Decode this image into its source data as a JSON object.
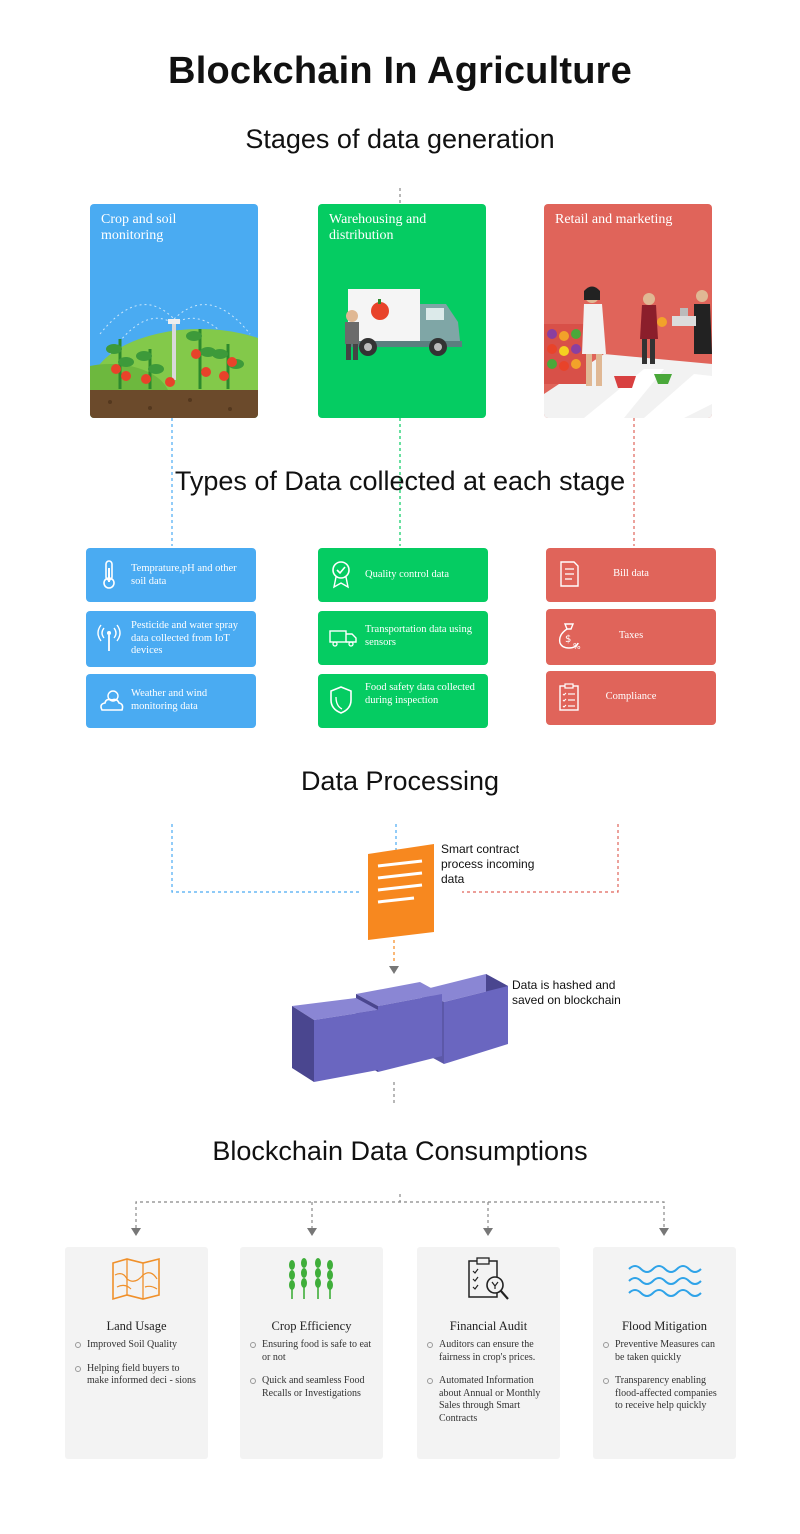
{
  "title": "Blockchain In Agriculture",
  "sections": {
    "stages": "Stages of data generation",
    "types": "Types of Data collected at each stage",
    "processing": "Data Processing",
    "consumptions": "Blockchain Data Consumptions"
  },
  "stages": [
    {
      "label": "Crop and soil monitoring",
      "color": "#4aabf2"
    },
    {
      "label": "Warehousing and distribution",
      "color": "#05cc62"
    },
    {
      "label": "Retail and marketing",
      "color": "#e0645a"
    }
  ],
  "data_types": {
    "crop": [
      {
        "icon": "thermometer-icon",
        "text": "Temprature,pH and other soil data"
      },
      {
        "icon": "antenna-icon",
        "text": "Pesticide and water spray data collected from IoT devices"
      },
      {
        "icon": "weather-icon",
        "text": "Weather and wind monitoring data"
      }
    ],
    "warehouse": [
      {
        "icon": "quality-badge-icon",
        "text": "Quality control data"
      },
      {
        "icon": "truck-icon",
        "text": "Transportation data using sensors"
      },
      {
        "icon": "shield-icon",
        "text": "Food safety data collected during inspection"
      }
    ],
    "retail": [
      {
        "icon": "bill-icon",
        "text": "Bill data"
      },
      {
        "icon": "money-bag-icon",
        "text": "Taxes"
      },
      {
        "icon": "clipboard-icon",
        "text": "Compliance"
      }
    ]
  },
  "processing": {
    "contract_note": "Smart contract process incoming data",
    "hash_note": "Data is hashed and saved on blockchain",
    "block_color": "#6a66c0",
    "contract_color": "#f7881f"
  },
  "consumptions": [
    {
      "icon": "map-icon",
      "title": "Land Usage",
      "points": [
        "Improved Soil Quality",
        "Helping field buyers to make informed deci - sions"
      ]
    },
    {
      "icon": "wheat-icon",
      "title": "Crop Efficiency",
      "points": [
        "Ensuring food is safe to eat or not",
        "Quick and seamless Food Recalls or Investigations"
      ]
    },
    {
      "icon": "audit-icon",
      "title": "Financial Audit",
      "points": [
        "Auditors can ensure the fairness in crop's prices.",
        "Automated Information about Annual or Monthly Sales through Smart Contracts"
      ]
    },
    {
      "icon": "waves-icon",
      "title": "Flood Mitigation",
      "points": [
        "Preventive Measures can be taken quickly",
        "Transparency enabling flood-affected companies to receive help quickly"
      ]
    }
  ]
}
